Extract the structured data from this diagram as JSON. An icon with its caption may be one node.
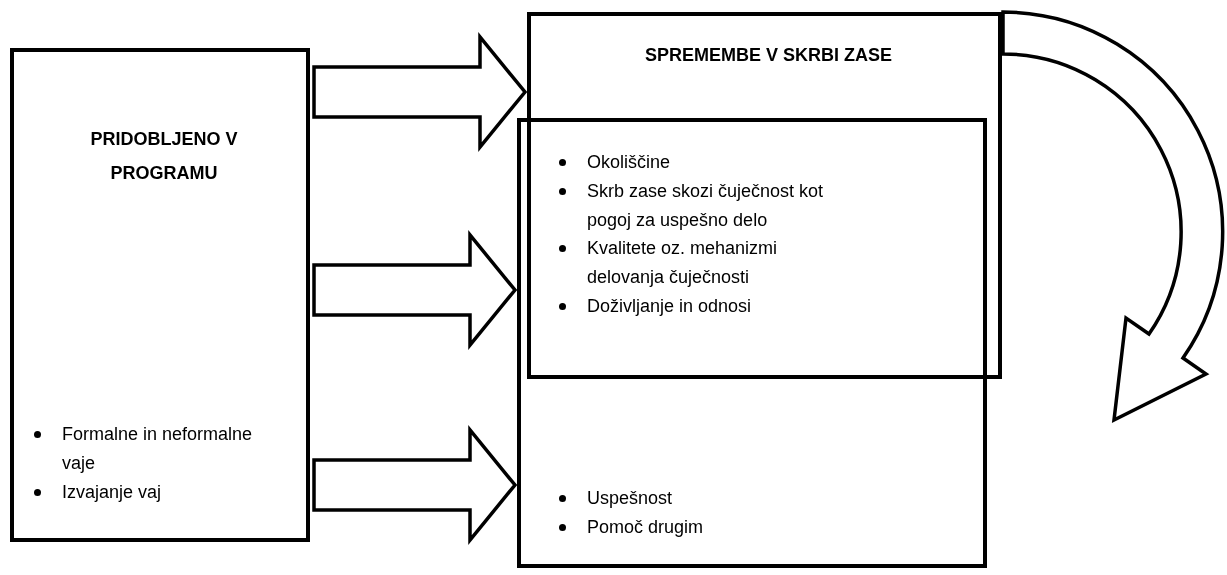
{
  "diagram": {
    "nodes": [
      {
        "text": [
          "PRIDOBLJENO V PROGRAMU",
          "Formalne in neformalne vaje",
          "Izvajanje vaj"
        ]
      },
      {
        "text": [
          "SPREMEMBE V SKRBI ZASE",
          "Okoliščine",
          "Skrb zase skozi čuječnost kot pogoj za uspešno delo",
          "Kvalitete oz. mehanizmi delovanja čuječnosti",
          "Doživljanje in odnosi"
        ]
      },
      {
        "text": [
          "Uspešnost",
          "Pomoč drugim"
        ]
      }
    ],
    "edges": [
      {
        "from": 0,
        "to": 1,
        "arrow": "to",
        "style": "thick"
      },
      {
        "from": 0,
        "to": 2,
        "arrow": "to",
        "style": "thick"
      },
      {
        "from": 0,
        "to": 2,
        "arrow": "to",
        "style": "thick"
      },
      {
        "from": 1,
        "to": 2,
        "arrow": "to",
        "style": "thick"
      }
    ]
  }
}
